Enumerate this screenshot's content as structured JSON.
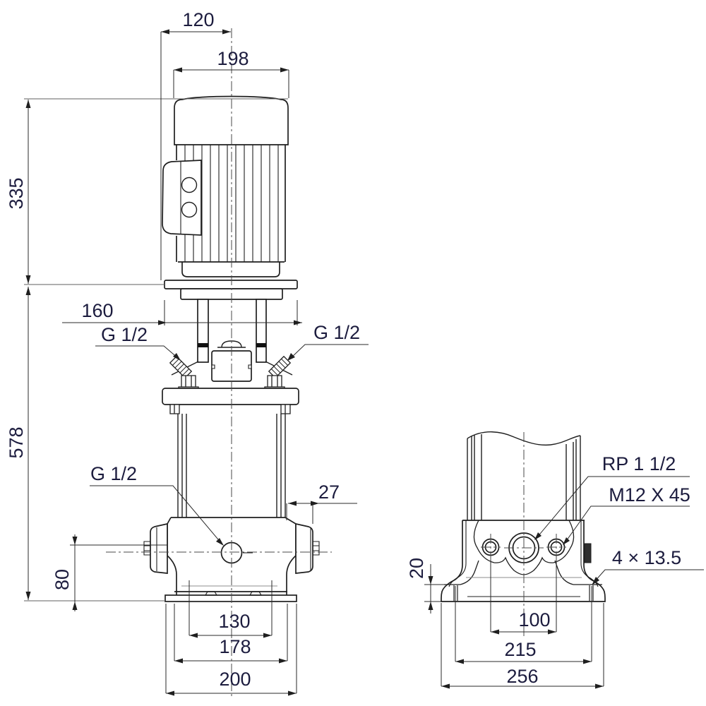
{
  "drawing_type": "pump-dimensional-drawing",
  "colors": {
    "background": "#ffffff",
    "line": "#1f1f1f",
    "thin_line": "#6b6b6b",
    "text": "#1c1c3e"
  },
  "labels": {
    "motor_width": "120",
    "motor_diameter": "198",
    "motor_height": "335",
    "flange_width": "160",
    "gauge_port_top_left": "G 1/2",
    "gauge_port_top_right": "G 1/2",
    "pump_height": "578",
    "drain_port": "G 1/2",
    "port_offset": "27",
    "port_height": "80",
    "foot_hole_spacing": "130",
    "skirt_width": "178",
    "base_width": "200",
    "inlet_thread": "RP 1 1/2",
    "bolt_spec": "M12 X 45",
    "slot_spec": "4  ×  13.5",
    "foot_thickness": "20",
    "bolt_hole_spacing": "100",
    "slot_spacing": "215",
    "baseplate_width": "256"
  }
}
